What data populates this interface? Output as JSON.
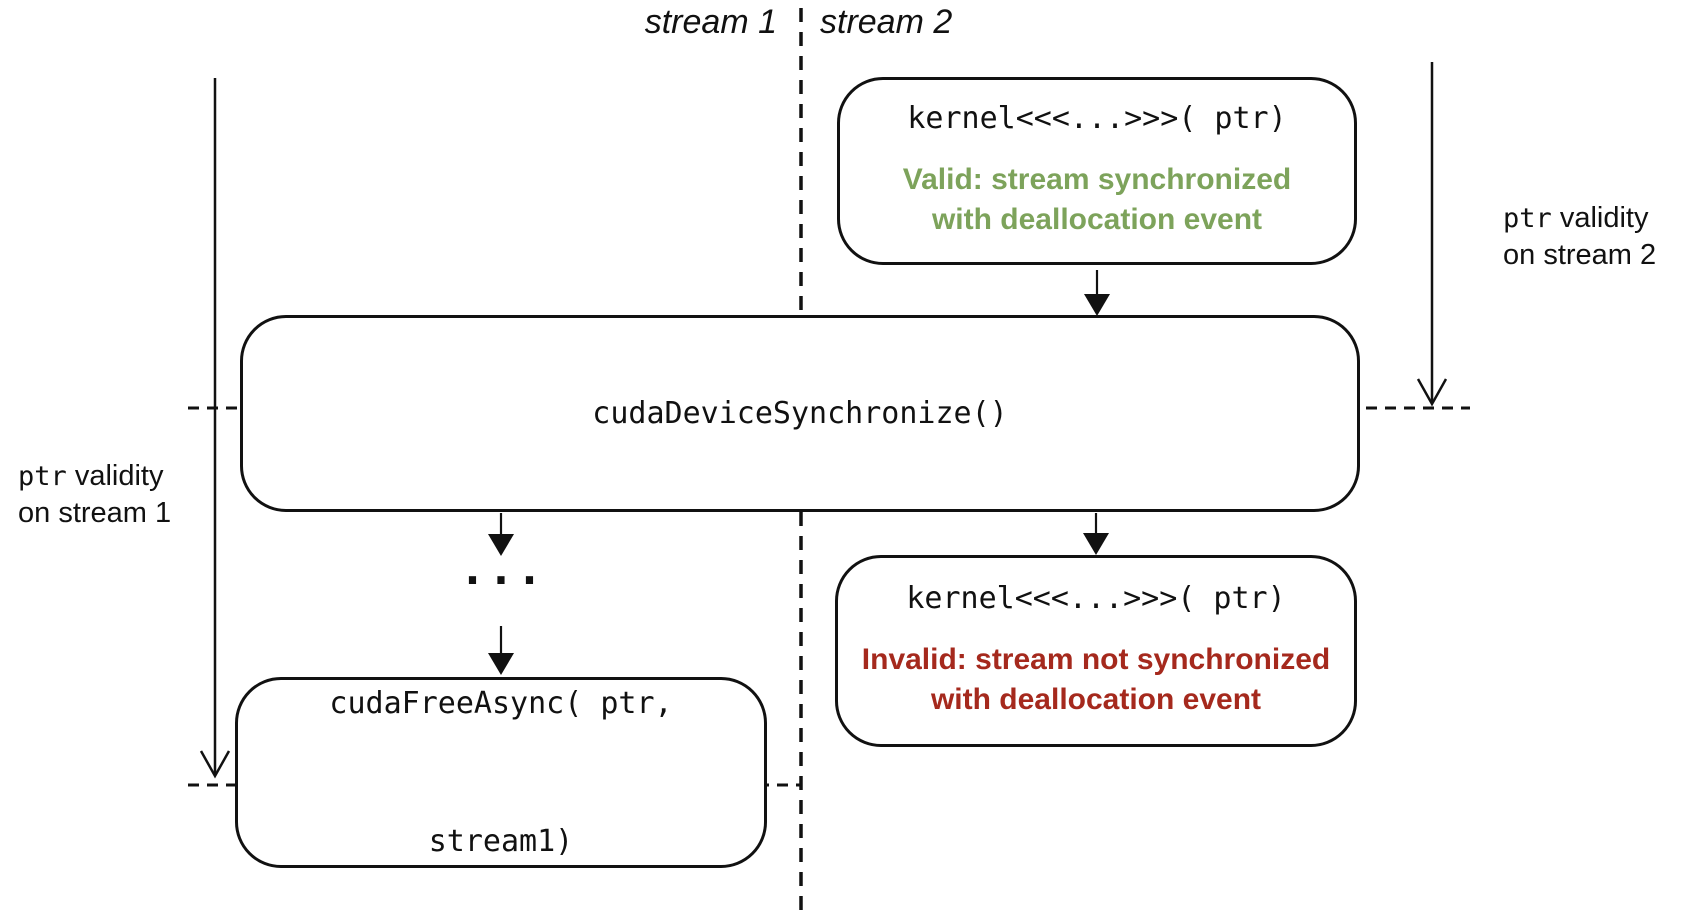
{
  "diagram": {
    "stream_labels": {
      "stream1": "stream 1",
      "stream2": "stream 2"
    },
    "boxes": {
      "kernel_valid": {
        "code": "kernel<<<...>>>( ptr)",
        "note_line1": "Valid: stream synchronized",
        "note_line2": "with deallocation event"
      },
      "device_sync": {
        "code": "cudaDeviceSynchronize()"
      },
      "kernel_invalid": {
        "code": "kernel<<<...>>>( ptr)",
        "note_line1": "Invalid: stream not synchronized",
        "note_line2": "with deallocation event"
      },
      "free_async": {
        "code_line1": "cudaFreeAsync( ptr,",
        "code_line2": "stream1)"
      }
    },
    "annotations": {
      "left": {
        "mono": "ptr",
        "text1": "validity",
        "line2": "on stream 1"
      },
      "right": {
        "mono": "ptr",
        "text1": "validity",
        "line2": "on stream 2"
      }
    },
    "ellipsis": "...",
    "colors": {
      "valid_green": "#7da35b",
      "invalid_red": "#a5291d",
      "line_ink": "#111111"
    }
  }
}
